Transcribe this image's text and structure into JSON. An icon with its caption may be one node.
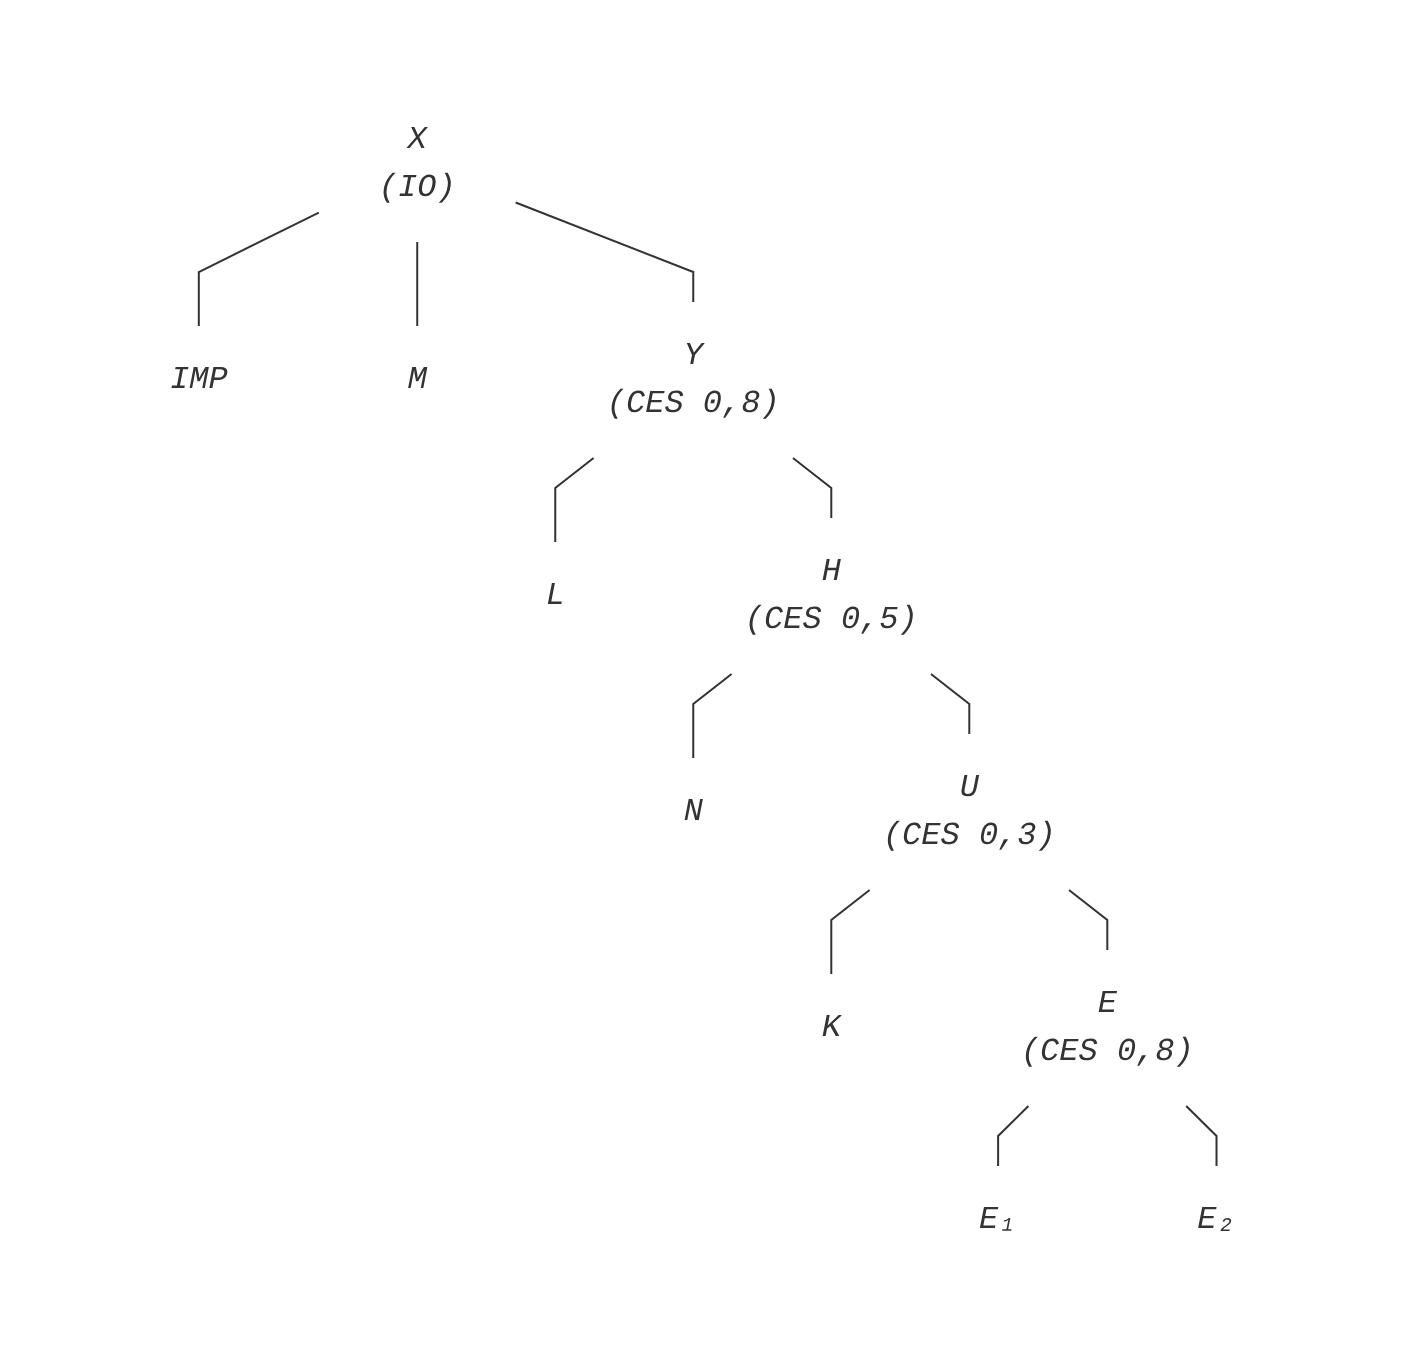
{
  "diagram": {
    "nodes": [
      {
        "text": [
          "X"
        ],
        "beside": [
          "(IO)"
        ]
      },
      {
        "text": [
          "IMP"
        ]
      },
      {
        "text": [
          "M"
        ]
      },
      {
        "text": [
          "Y"
        ],
        "beside": [
          "(CES 0,8)"
        ]
      },
      {
        "text": [
          "L"
        ]
      },
      {
        "text": [
          "H"
        ],
        "beside": [
          "(CES 0,5)"
        ]
      },
      {
        "text": [
          "N"
        ]
      },
      {
        "text": [
          "U"
        ],
        "beside": [
          "(CES 0,3)"
        ]
      },
      {
        "text": [
          "K"
        ]
      },
      {
        "text": [
          "E"
        ],
        "beside": [
          "(CES 0,8)"
        ]
      },
      {
        "text": [
          "E₁"
        ]
      },
      {
        "text": [
          "E₂"
        ]
      }
    ],
    "edges": [
      {
        "from": 0,
        "to": 1,
        "arrow": "none"
      },
      {
        "from": 0,
        "to": 2,
        "arrow": "none"
      },
      {
        "from": 0,
        "to": 3,
        "arrow": "none"
      },
      {
        "from": 3,
        "to": 4,
        "arrow": "none"
      },
      {
        "from": 3,
        "to": 5,
        "arrow": "none"
      },
      {
        "from": 5,
        "to": 6,
        "arrow": "none"
      },
      {
        "from": 5,
        "to": 7,
        "arrow": "none"
      },
      {
        "from": 7,
        "to": 8,
        "arrow": "none"
      },
      {
        "from": 7,
        "to": 9,
        "arrow": "none"
      },
      {
        "from": 9,
        "to": 10,
        "arrow": "none"
      },
      {
        "from": 9,
        "to": 11,
        "arrow": "none"
      }
    ]
  }
}
